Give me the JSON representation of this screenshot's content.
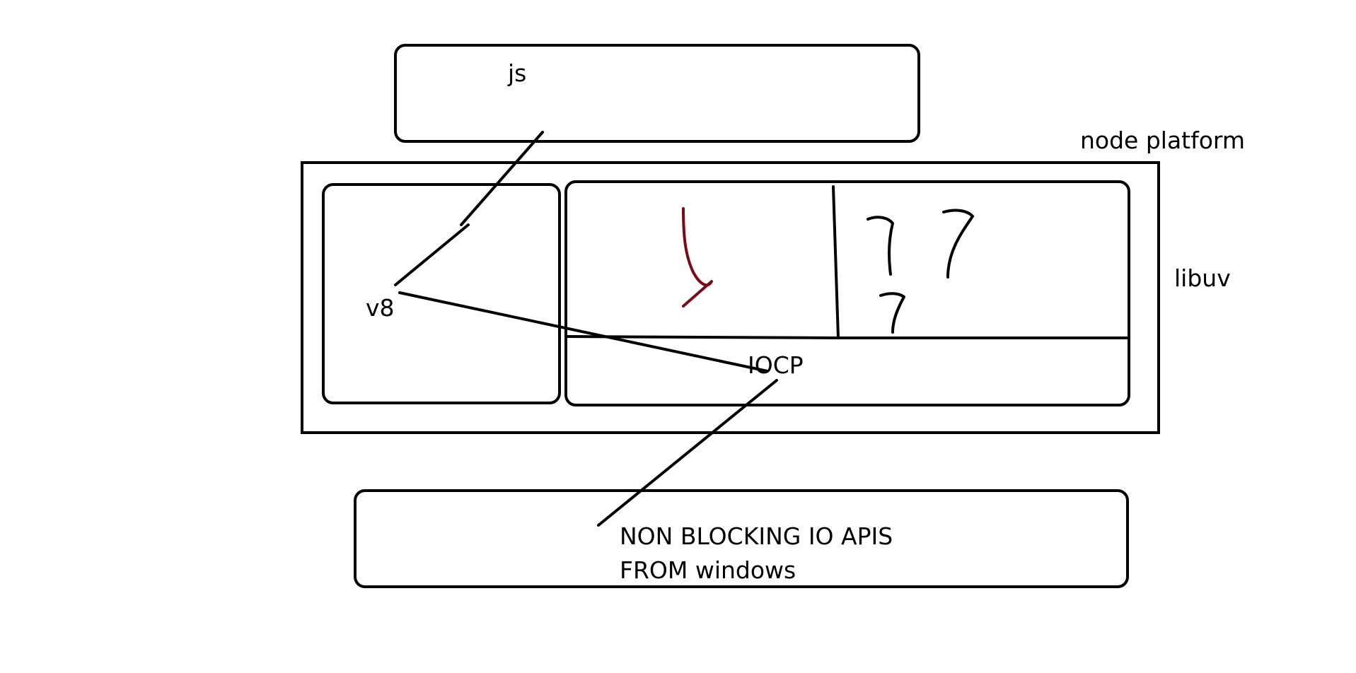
{
  "labels": {
    "js": "js",
    "node_platform": "node platform",
    "libuv": "libuv",
    "v8": "v8",
    "iocp": "IOCP",
    "os_line1": "NON BLOCKING IO APIS",
    "os_line2": "FROM windows"
  },
  "colors": {
    "ink": "#000000",
    "red_ink": "#7a0a16",
    "background": "#ffffff"
  }
}
